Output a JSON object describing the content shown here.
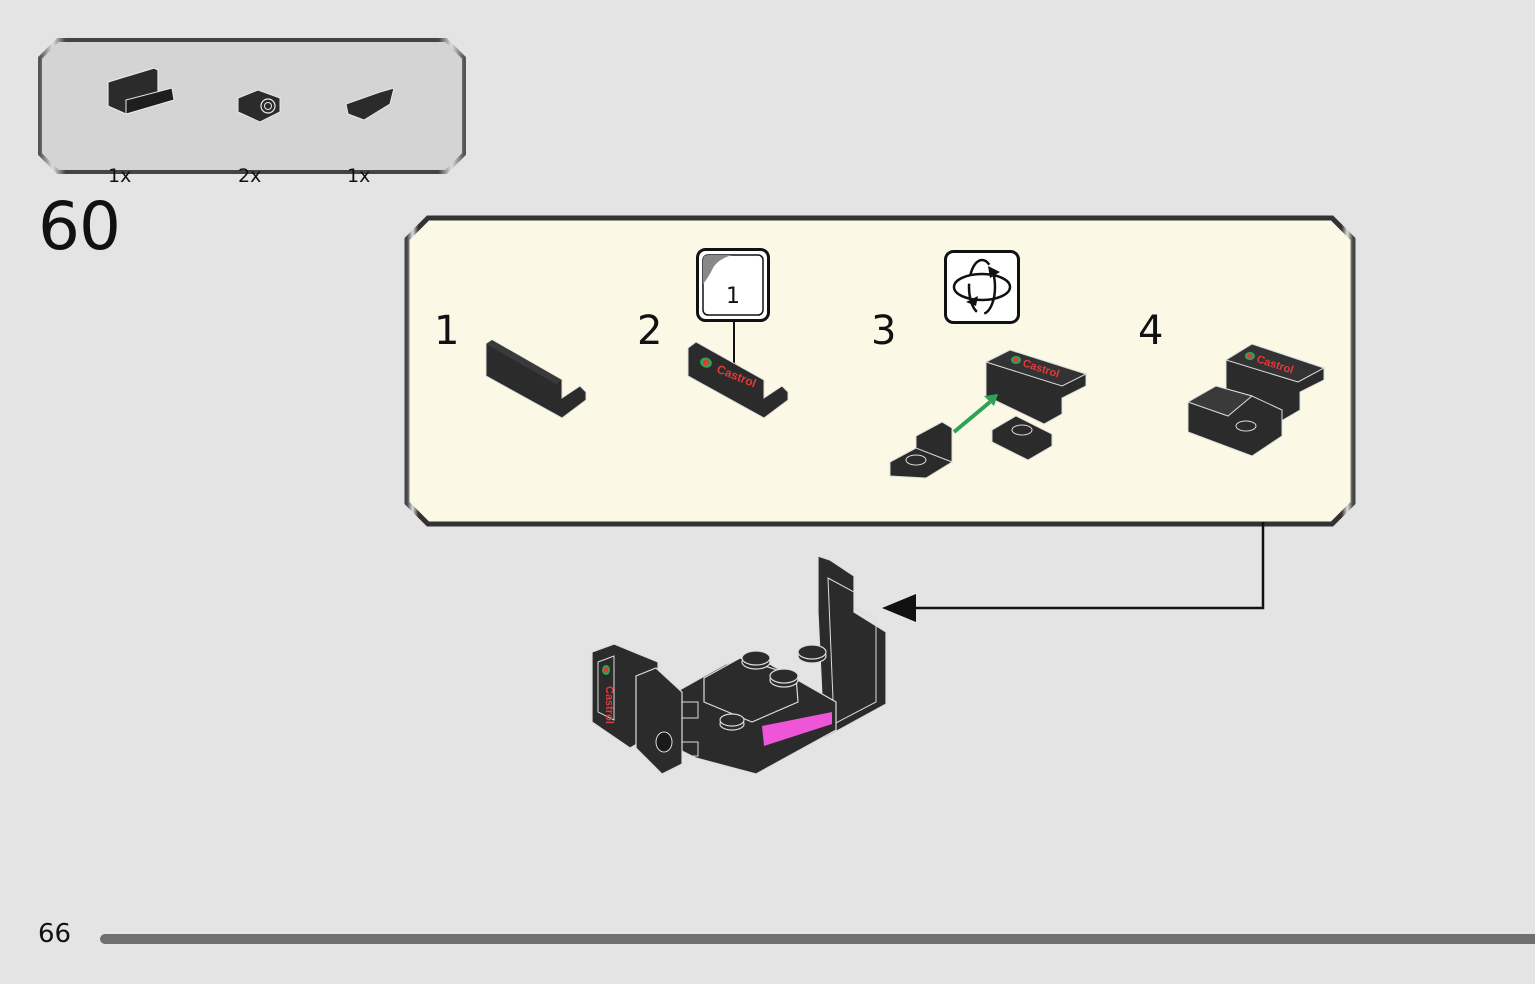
{
  "parts_list": {
    "items": [
      {
        "icon": "panel-1x2-icon",
        "qty": "1x"
      },
      {
        "icon": "bracket-plate-icon",
        "qty": "2x"
      },
      {
        "icon": "wedge-plate-icon",
        "qty": "1x"
      }
    ]
  },
  "step": {
    "number": "60"
  },
  "substeps": [
    {
      "number": "1"
    },
    {
      "number": "2",
      "sticker_label": "1"
    },
    {
      "number": "3",
      "callout": "rotate-model-icon"
    },
    {
      "number": "4"
    }
  ],
  "sticker_text": "Castrol",
  "colors": {
    "page_bg": "#e4e4e4",
    "parts_bg": "#d4d4d4",
    "substep_bg": "#fbf9e6",
    "brick": "#2b2b2b",
    "accent_arrow": "#2ea356",
    "magenta_tile": "#ee55d8"
  },
  "footer": {
    "page_number": "66"
  }
}
